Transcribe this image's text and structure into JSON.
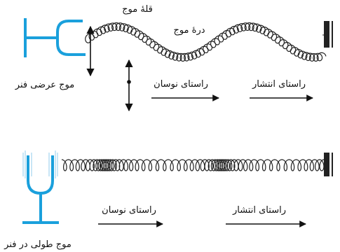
{
  "transverse": {
    "crest_label": "قلهٔ موج",
    "trough_label": "درهٔ موج",
    "oscillation_label": "راستای نوسان",
    "propagation_label": "راستای انتشار",
    "caption": "موج عرضی فنر"
  },
  "longitudinal": {
    "oscillation_label": "راستای نوسان",
    "propagation_label": "راستای انتشار",
    "caption": "موج طولی در فنر"
  },
  "colors": {
    "hand": "#1aa0dc",
    "fork": "#1aa0dc",
    "spring": "#222222",
    "wall": "#222222"
  }
}
